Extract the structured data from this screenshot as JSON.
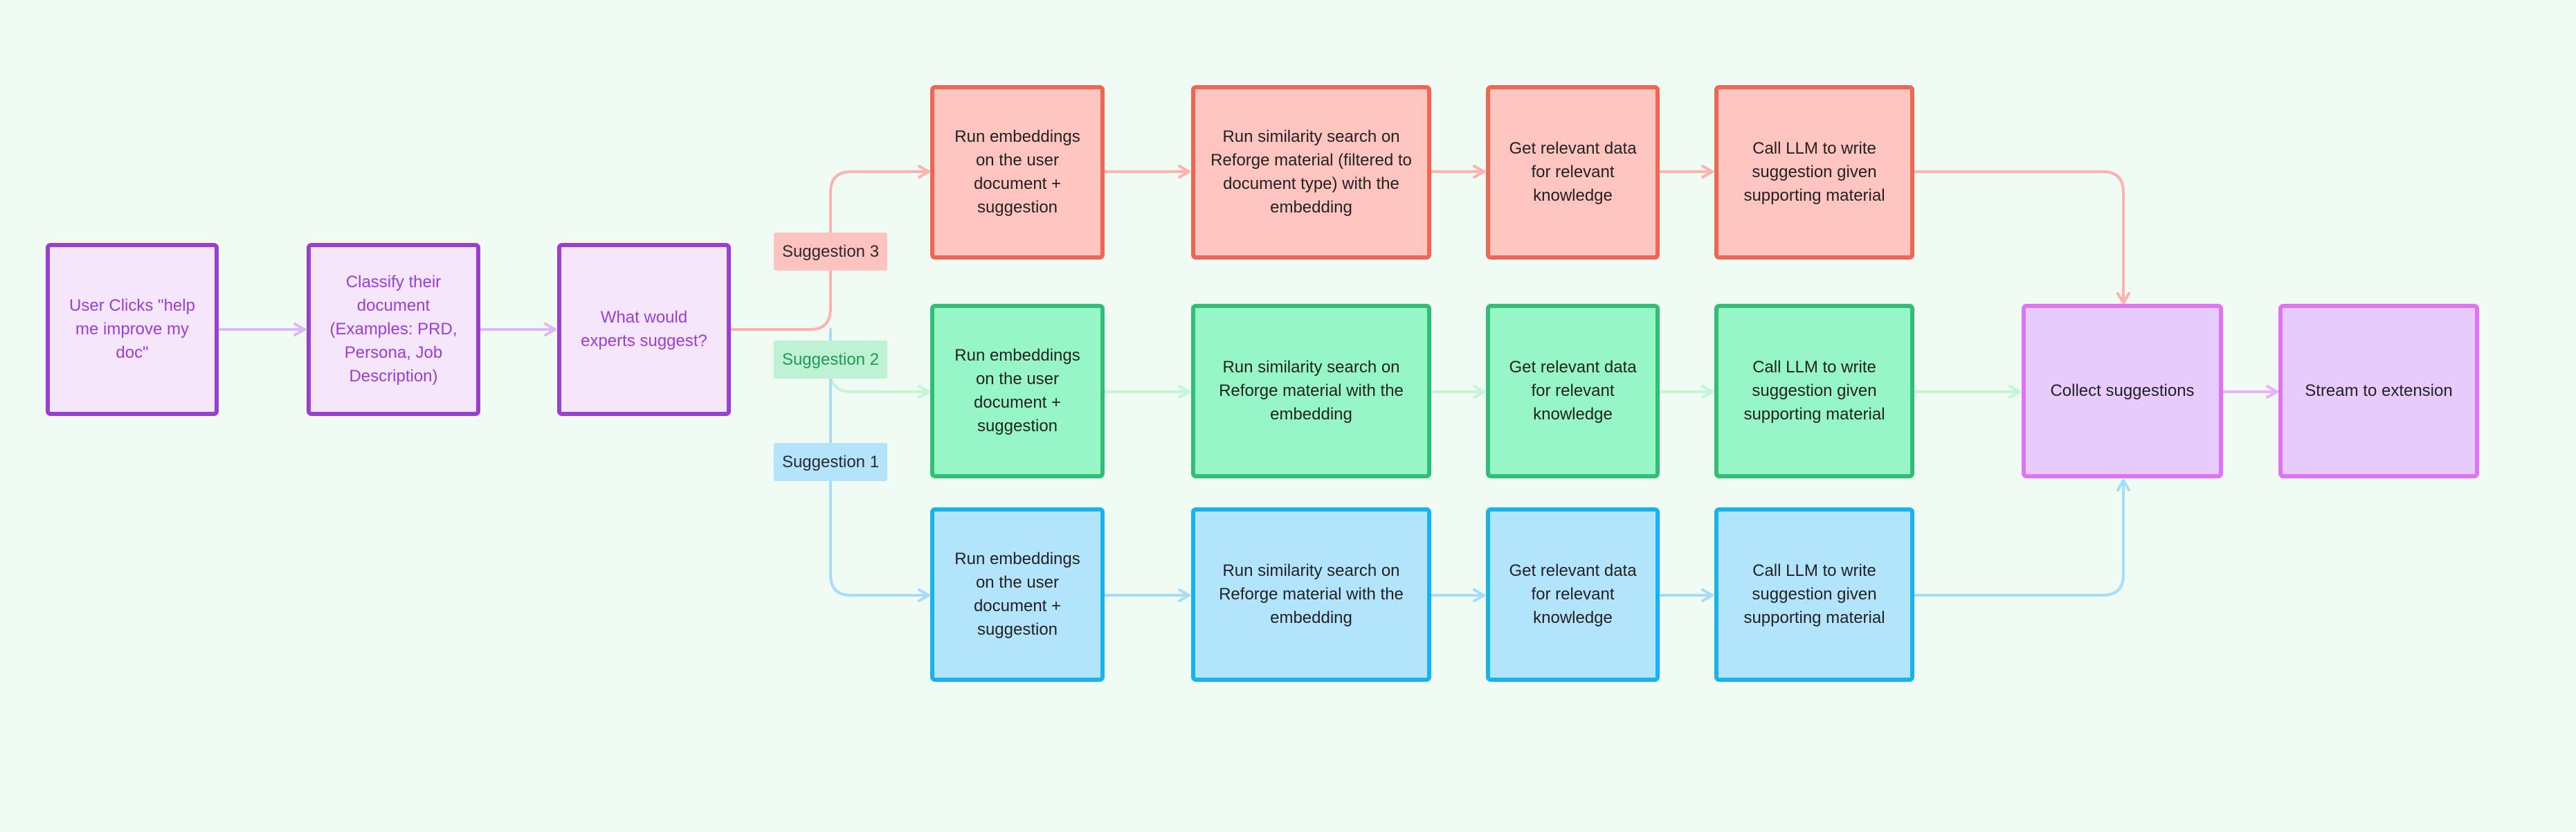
{
  "nodes": {
    "start": "User Clicks \"help\nme improve my\ndoc\"",
    "classify": "Classify their\ndocument\n(Examples: PRD,\nPersona, Job\nDescription)",
    "experts": "What would\nexperts suggest?",
    "collect": "Collect suggestions",
    "stream": "Stream to extension"
  },
  "branches": [
    {
      "label": "Suggestion 3",
      "steps": [
        "Run embeddings\non the user\ndocument +\nsuggestion",
        "Run similarity search on\nReforge material (filtered to\ndocument type) with the\nembedding",
        "Get relevant data\nfor relevant\nknowledge",
        "Call LLM to write\nsuggestion given\nsupporting material"
      ]
    },
    {
      "label": "Suggestion 2",
      "steps": [
        "Run embeddings\non the user\ndocument +\nsuggestion",
        "Run similarity search on\nReforge material with the\nembedding",
        "Get relevant data\nfor relevant\nknowledge",
        "Call LLM to write\nsuggestion given\nsupporting material"
      ]
    },
    {
      "label": "Suggestion 1",
      "steps": [
        "Run embeddings\non the user\ndocument +\nsuggestion",
        "Run similarity search on\nReforge material with the\nembedding",
        "Get relevant data\nfor relevant\nknowledge",
        "Call LLM to write\nsuggestion given\nsupporting material"
      ]
    }
  ],
  "colors": {
    "purple_arrow": "#dcb8f6",
    "red_arrow": "#fdb3ad",
    "green_arrow": "#c3f5d6",
    "blue_arrow": "#a8ddfa",
    "violet_arrow": "#e7b3f6"
  }
}
